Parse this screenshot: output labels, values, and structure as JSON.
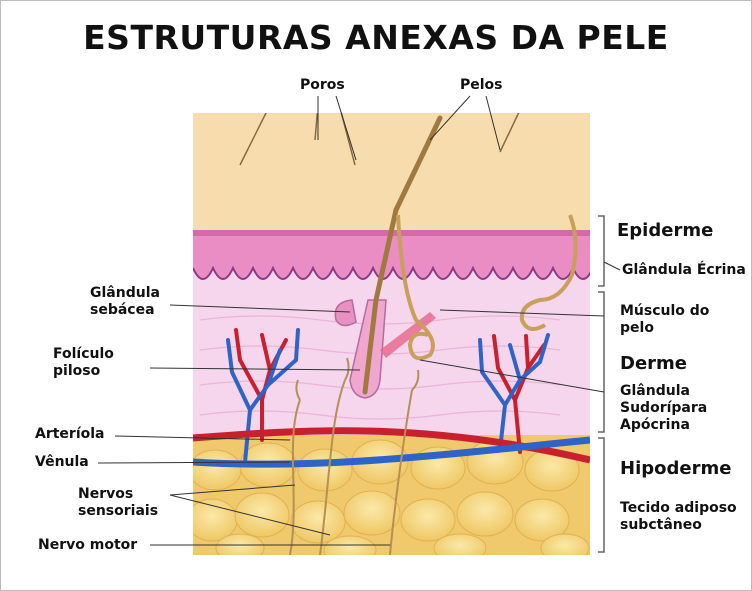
{
  "title": "ESTRUTURAS ANEXAS DA PELE",
  "labels": {
    "poros": "Poros",
    "pelos": "Pelos",
    "epiderme": "Epiderme",
    "glandula_ecrina": "Glândula Écrina",
    "glandula_sebacea": "Glândula\nsebácea",
    "musculo_pelo": "Músculo do\npelo",
    "foliculo_piloso": "Folículo\npiloso",
    "derme": "Derme",
    "glandula_apocrina": "Glândula\nSudorípara\nApócrina",
    "arteriola": "Arteríola",
    "venula": "Vênula",
    "hipoderme": "Hipoderme",
    "nervos_sensoriais": "Nervos\nsensoriais",
    "tecido_adiposo": "Tecido adiposo\nsubctâneo",
    "nervo_motor": "Nervo motor"
  },
  "colors": {
    "surface": "#f7dcae",
    "epidermis": "#e98dc4",
    "dermis": "#f5d2ea",
    "hypodermis": "#f2d47a",
    "artery": "#c8202e",
    "vein": "#2e63c8",
    "hair": "#a0793f"
  }
}
